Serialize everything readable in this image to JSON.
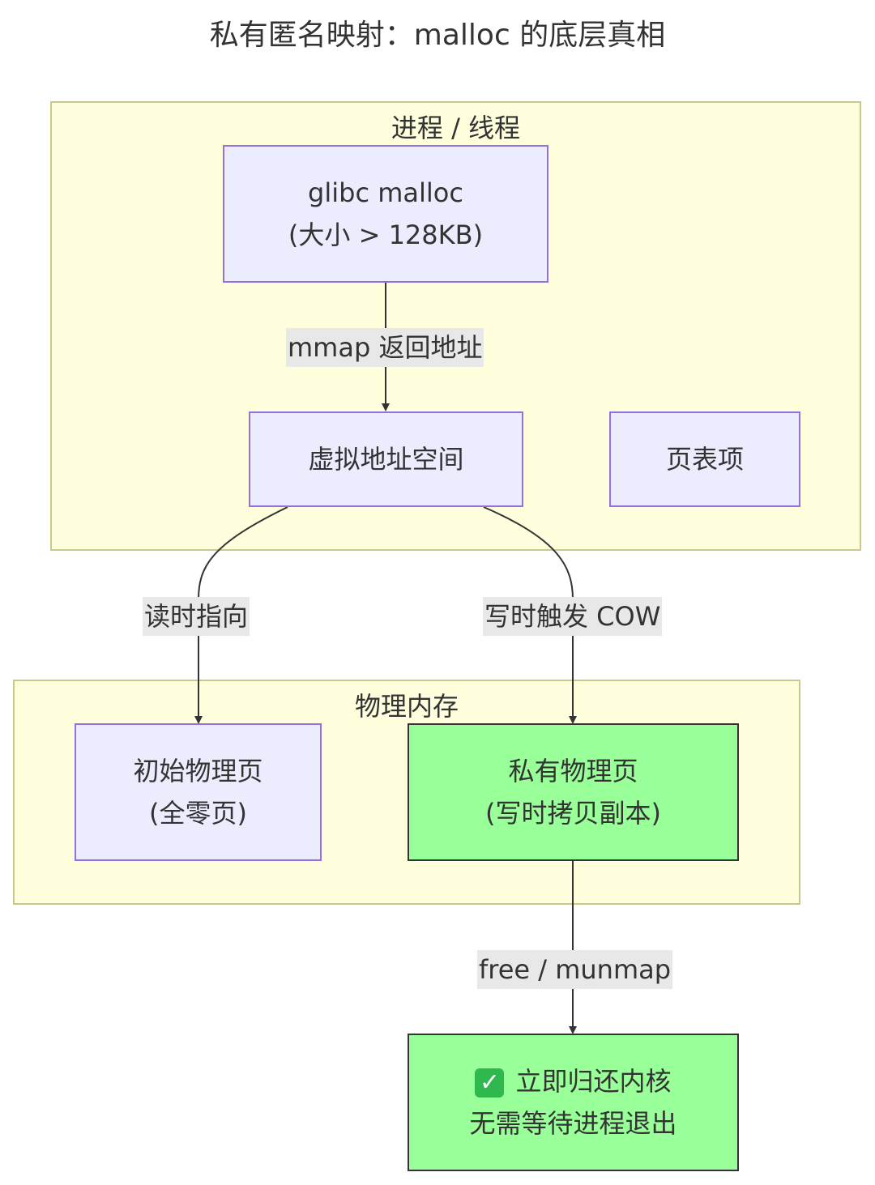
{
  "title": "私有匿名映射：malloc 的底层真相",
  "clusters": {
    "process": {
      "label": "进程 / 线程"
    },
    "physical": {
      "label": "物理内存"
    }
  },
  "nodes": {
    "glibc": {
      "line1": "glibc malloc",
      "line2": "(大小 > 128KB)"
    },
    "vaddr": {
      "line1": "虚拟地址空间"
    },
    "pte": {
      "line1": "页表项"
    },
    "zero_page": {
      "line1": "初始物理页",
      "line2": "(全零页)"
    },
    "private_page": {
      "line1": "私有物理页",
      "line2": "(写时拷贝副本)"
    },
    "release": {
      "line1": "立即归还内核",
      "line2": "无需等待进程退出",
      "icon": "check-mark-icon"
    }
  },
  "edges": {
    "mmap": {
      "label": "mmap 返回地址"
    },
    "read": {
      "label": "读时指向"
    },
    "write": {
      "label": "写时触发 COW"
    },
    "free": {
      "label": "free / munmap"
    }
  },
  "colors": {
    "cluster_fill": "#ffffde",
    "cluster_border": "#c9c98a",
    "node_fill": "#ececff",
    "node_border": "#9370db",
    "highlight_fill": "#99ff99",
    "edge": "#333333",
    "label_bg": "#e8e8e8"
  }
}
